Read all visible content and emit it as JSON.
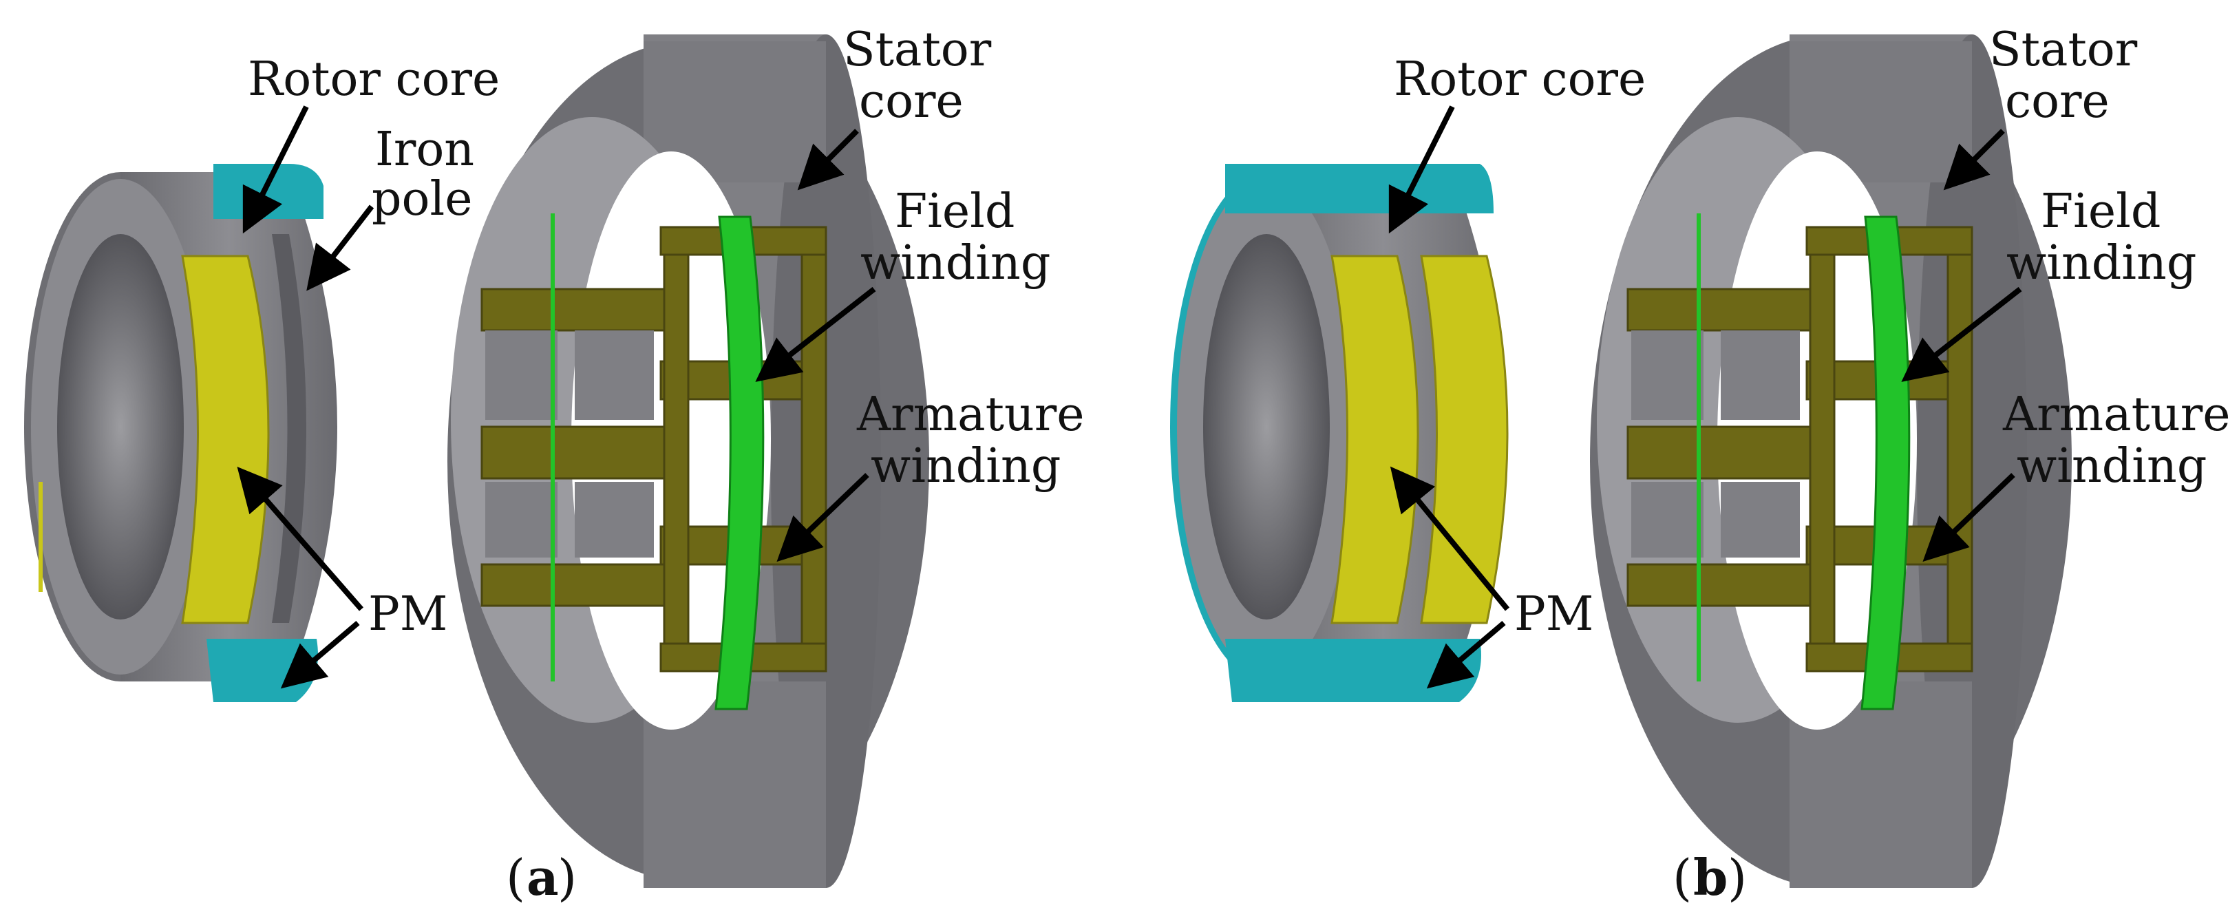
{
  "panels": [
    {
      "id": "a",
      "caption": {
        "open": "(",
        "letter": "a",
        "close": ")"
      },
      "labels": {
        "rotor_core": "Rotor core",
        "iron_pole_1": "Iron",
        "iron_pole_2": "pole",
        "stator_core_1": "Stator",
        "stator_core_2": "core",
        "field_winding_1": "Field",
        "field_winding_2": "winding",
        "armature_winding_1": "Armature",
        "armature_winding_2": "winding",
        "pm": "PM"
      }
    },
    {
      "id": "b",
      "caption": {
        "open": "(",
        "letter": "b",
        "close": ")"
      },
      "labels": {
        "rotor_core": "Rotor core",
        "stator_core_1": "Stator",
        "stator_core_2": "core",
        "field_winding_1": "Field",
        "field_winding_2": "winding",
        "armature_winding_1": "Armature",
        "armature_winding_2": "winding",
        "pm": "PM"
      }
    }
  ],
  "colors": {
    "core_gray": "#7a7a7e",
    "core_dark": "#5b5b60",
    "core_light": "#a3a3a8",
    "pm_yellow": "#c9c61a",
    "pm_cyan": "#1fa9b3",
    "field_green": "#22c32a",
    "armature_olive": "#6d6816",
    "arrow": "#000000"
  }
}
